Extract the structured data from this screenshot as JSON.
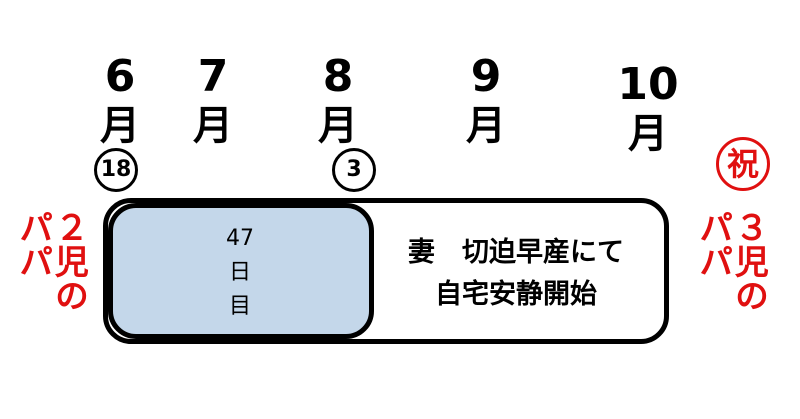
{
  "months": [
    {
      "num": "6",
      "kanji": "月"
    },
    {
      "num": "7",
      "kanji": "月"
    },
    {
      "num": "8",
      "kanji": "月"
    },
    {
      "num": "9",
      "kanji": "月"
    },
    {
      "num": "10",
      "kanji": "月"
    }
  ],
  "markers": {
    "start": "18",
    "end": "3"
  },
  "celebrate": "祝",
  "leave": {
    "line1": "47",
    "line2": "日",
    "line3": "目"
  },
  "event": {
    "line1": "妻　切迫早産にて",
    "line2": "自宅安静開始"
  },
  "left_label": {
    "col1": "２児の",
    "col2": "パパ"
  },
  "right_label": {
    "col1": "３児の",
    "col2": "パパ"
  },
  "colors": {
    "leave_fill": "#c4d7ea",
    "accent_red": "#e01010"
  }
}
